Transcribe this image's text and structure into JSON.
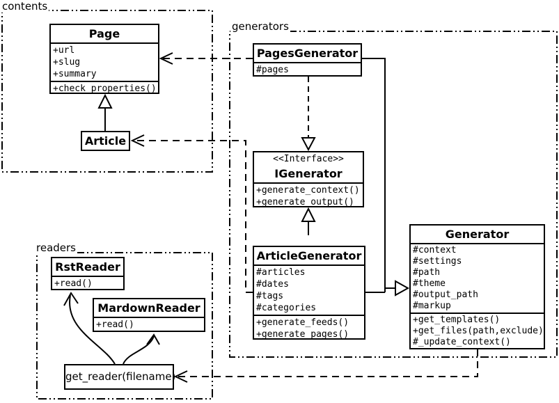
{
  "packages": {
    "contents": {
      "label": "contents"
    },
    "generators": {
      "label": "generators"
    },
    "readers": {
      "label": "readers"
    }
  },
  "classes": {
    "page": {
      "name": "Page",
      "attributes": [
        "+url",
        "+slug",
        "+summary"
      ],
      "methods": [
        "+check_properties()"
      ]
    },
    "article": {
      "name": "Article"
    },
    "pages_generator": {
      "name": "PagesGenerator",
      "attributes": [
        "#pages"
      ]
    },
    "igenerator": {
      "stereotype": "<<Interface>>",
      "name": "IGenerator",
      "methods": [
        "+generate_context()",
        "+generate_output()"
      ]
    },
    "article_generator": {
      "name": "ArticleGenerator",
      "attributes": [
        "#articles",
        "#dates",
        "#tags",
        "#categories"
      ],
      "methods": [
        "+generate_feeds()",
        "+generate_pages()"
      ]
    },
    "generator": {
      "name": "Generator",
      "attributes": [
        "#context",
        "#settings",
        "#path",
        "#theme",
        "#output_path",
        "#markup"
      ],
      "methods": [
        "+get_templates()",
        "+get_files(path,exclude)",
        "#_update_context()"
      ]
    },
    "rst_reader": {
      "name": "RstReader",
      "methods": [
        "+read()"
      ]
    },
    "mardown_reader": {
      "name": "MardownReader",
      "methods": [
        "+read()"
      ]
    },
    "get_reader": {
      "name": "get_reader(filename)"
    }
  },
  "relationships": [
    {
      "from": "Article",
      "to": "Page",
      "type": "inheritance"
    },
    {
      "from": "ArticleGenerator",
      "to": "IGenerator",
      "type": "inheritance"
    },
    {
      "from": "PagesGenerator",
      "to": "IGenerator",
      "type": "realization"
    },
    {
      "from": "PagesGenerator",
      "to": "Generator",
      "type": "inheritance"
    },
    {
      "from": "ArticleGenerator",
      "to": "Generator",
      "type": "inheritance"
    },
    {
      "from": "PagesGenerator",
      "to": "Page",
      "type": "dependency"
    },
    {
      "from": "ArticleGenerator",
      "to": "Article",
      "type": "dependency"
    },
    {
      "from": "Generator",
      "to": "get_reader(filename)",
      "type": "dependency"
    },
    {
      "from": "get_reader(filename)",
      "to": "RstReader",
      "type": "association"
    },
    {
      "from": "get_reader(filename)",
      "to": "MardownReader",
      "type": "association"
    }
  ],
  "colors": {
    "stroke": "#000000",
    "background": "#ffffff"
  }
}
